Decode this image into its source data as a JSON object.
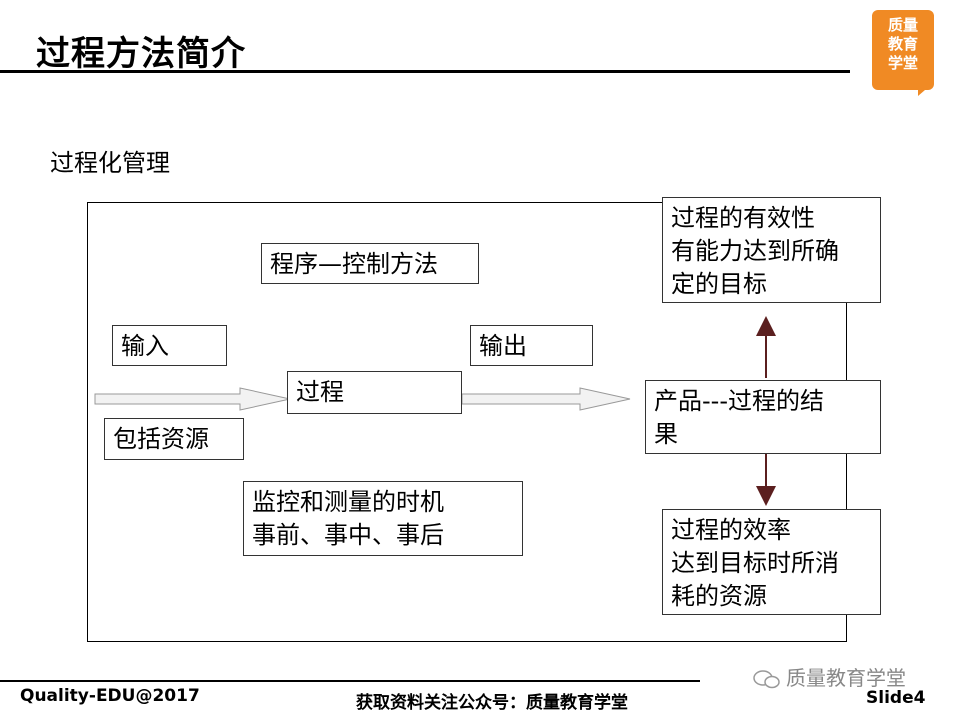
{
  "slide": {
    "title": "过程方法简介",
    "subtitle": "过程化管理",
    "logo": {
      "line1": "质量",
      "line2": "教育",
      "line3": "学堂"
    },
    "watermark": "质量教育学堂",
    "colors": {
      "accent": "#f08a24",
      "arrow_dark": "#5b1f1f",
      "arrow_light": "#c8c8c8"
    }
  },
  "diagram": {
    "procedure": "程序—控制方法",
    "input": "输入",
    "resources": "包括资源",
    "process": "过程",
    "output": "输出",
    "product": {
      "line1": "产品---过程的结",
      "line2": "果"
    },
    "effectiveness": {
      "line1": "过程的有效性",
      "line2": "有能力达到所确",
      "line3": "定的目标"
    },
    "monitoring": {
      "line1": "监控和测量的时机",
      "line2": "事前、事中、事后"
    },
    "efficiency": {
      "line1": "过程的效率",
      "line2": "达到目标时所消",
      "line3": "耗的资源"
    }
  },
  "footer": {
    "left": "Quality-EDU@2017",
    "center": "获取资料关注公众号：质量教育学堂",
    "right": "Slide4"
  }
}
